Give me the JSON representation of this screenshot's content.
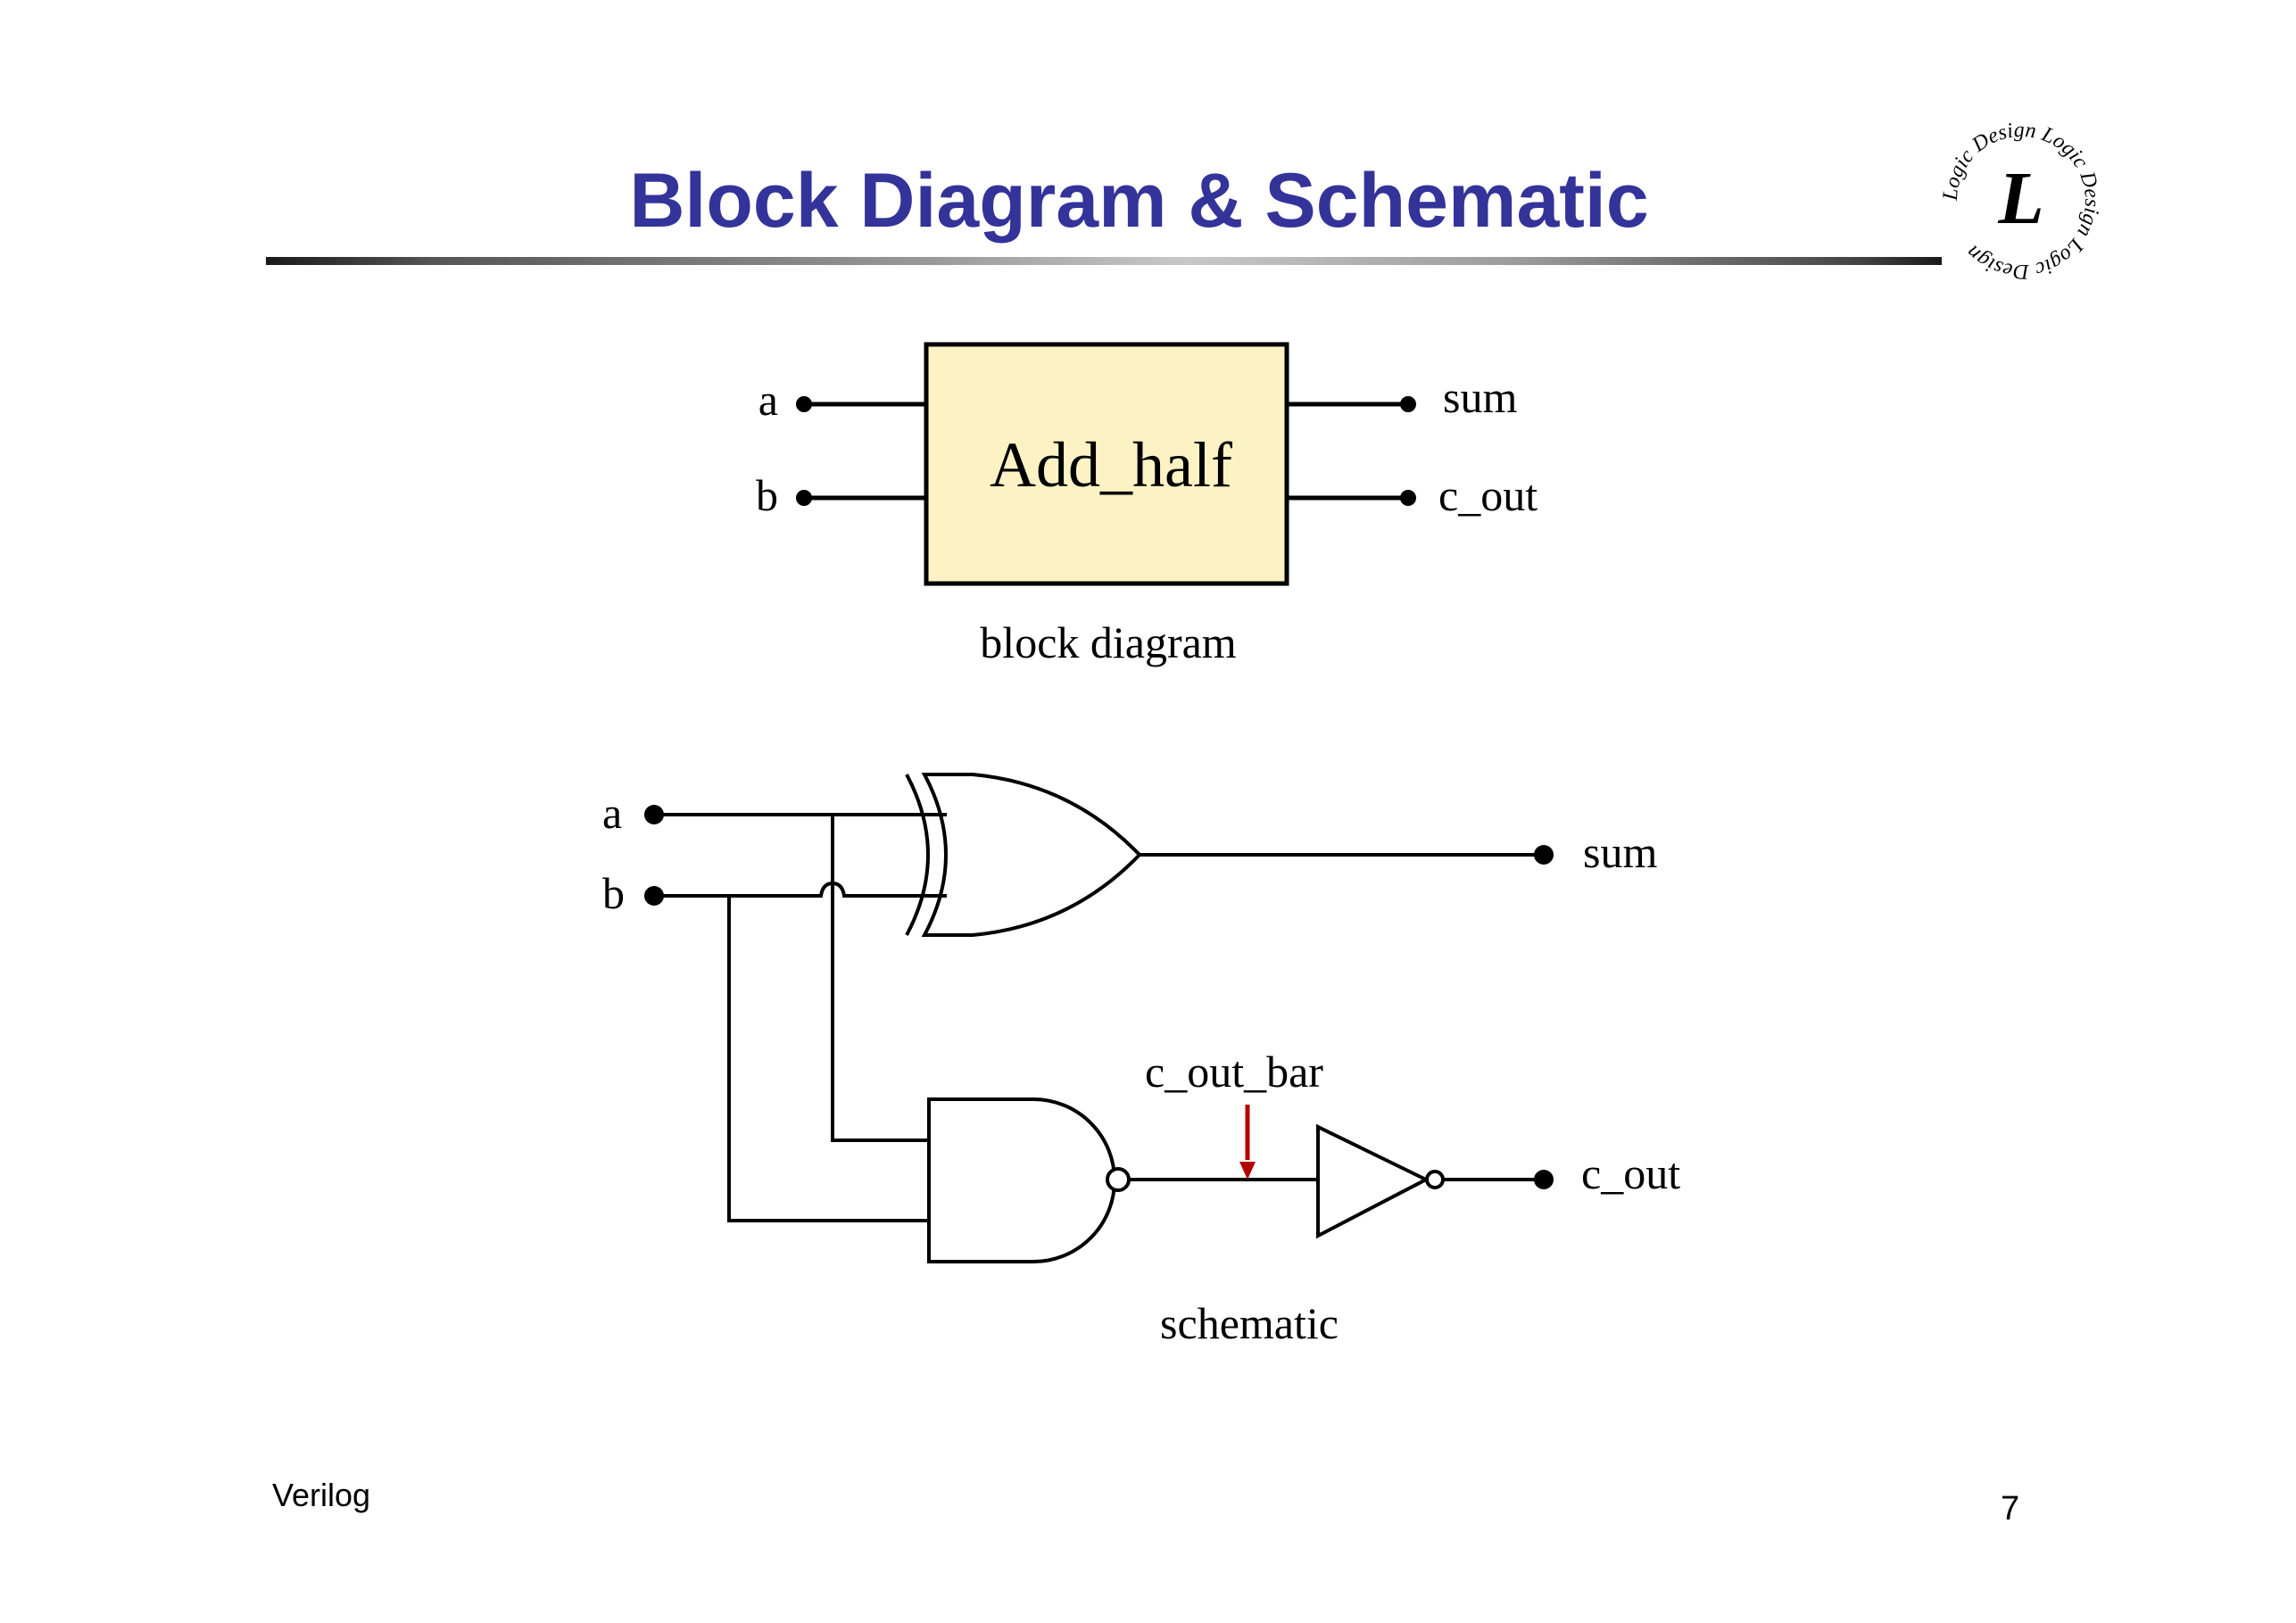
{
  "slide": {
    "title": "Block Diagram & Schematic",
    "footer_left": "Verilog",
    "page_number": "7",
    "logo": {
      "icon": "logic-design-logo-icon",
      "ring_text": "Logic Design",
      "center_letter": "L",
      "ring_color": "#1a1a80",
      "letter_color": "#cc1111"
    }
  },
  "block_diagram": {
    "module_name": "Add_half",
    "caption": "block diagram",
    "fill_color": "#fdf2c4",
    "inputs": [
      "a",
      "b"
    ],
    "outputs": [
      "sum",
      "c_out"
    ]
  },
  "schematic": {
    "caption": "schematic",
    "inputs": [
      "a",
      "b"
    ],
    "outputs": [
      "sum",
      "c_out"
    ],
    "gates": [
      {
        "type": "XOR",
        "inputs": [
          "a",
          "b"
        ],
        "output": "sum"
      },
      {
        "type": "NAND",
        "inputs": [
          "a",
          "b"
        ],
        "output": "c_out_bar"
      },
      {
        "type": "NOT",
        "inputs": [
          "c_out_bar"
        ],
        "output": "c_out"
      }
    ],
    "annotation": {
      "label": "c_out_bar",
      "arrow_color": "#b30000"
    }
  }
}
